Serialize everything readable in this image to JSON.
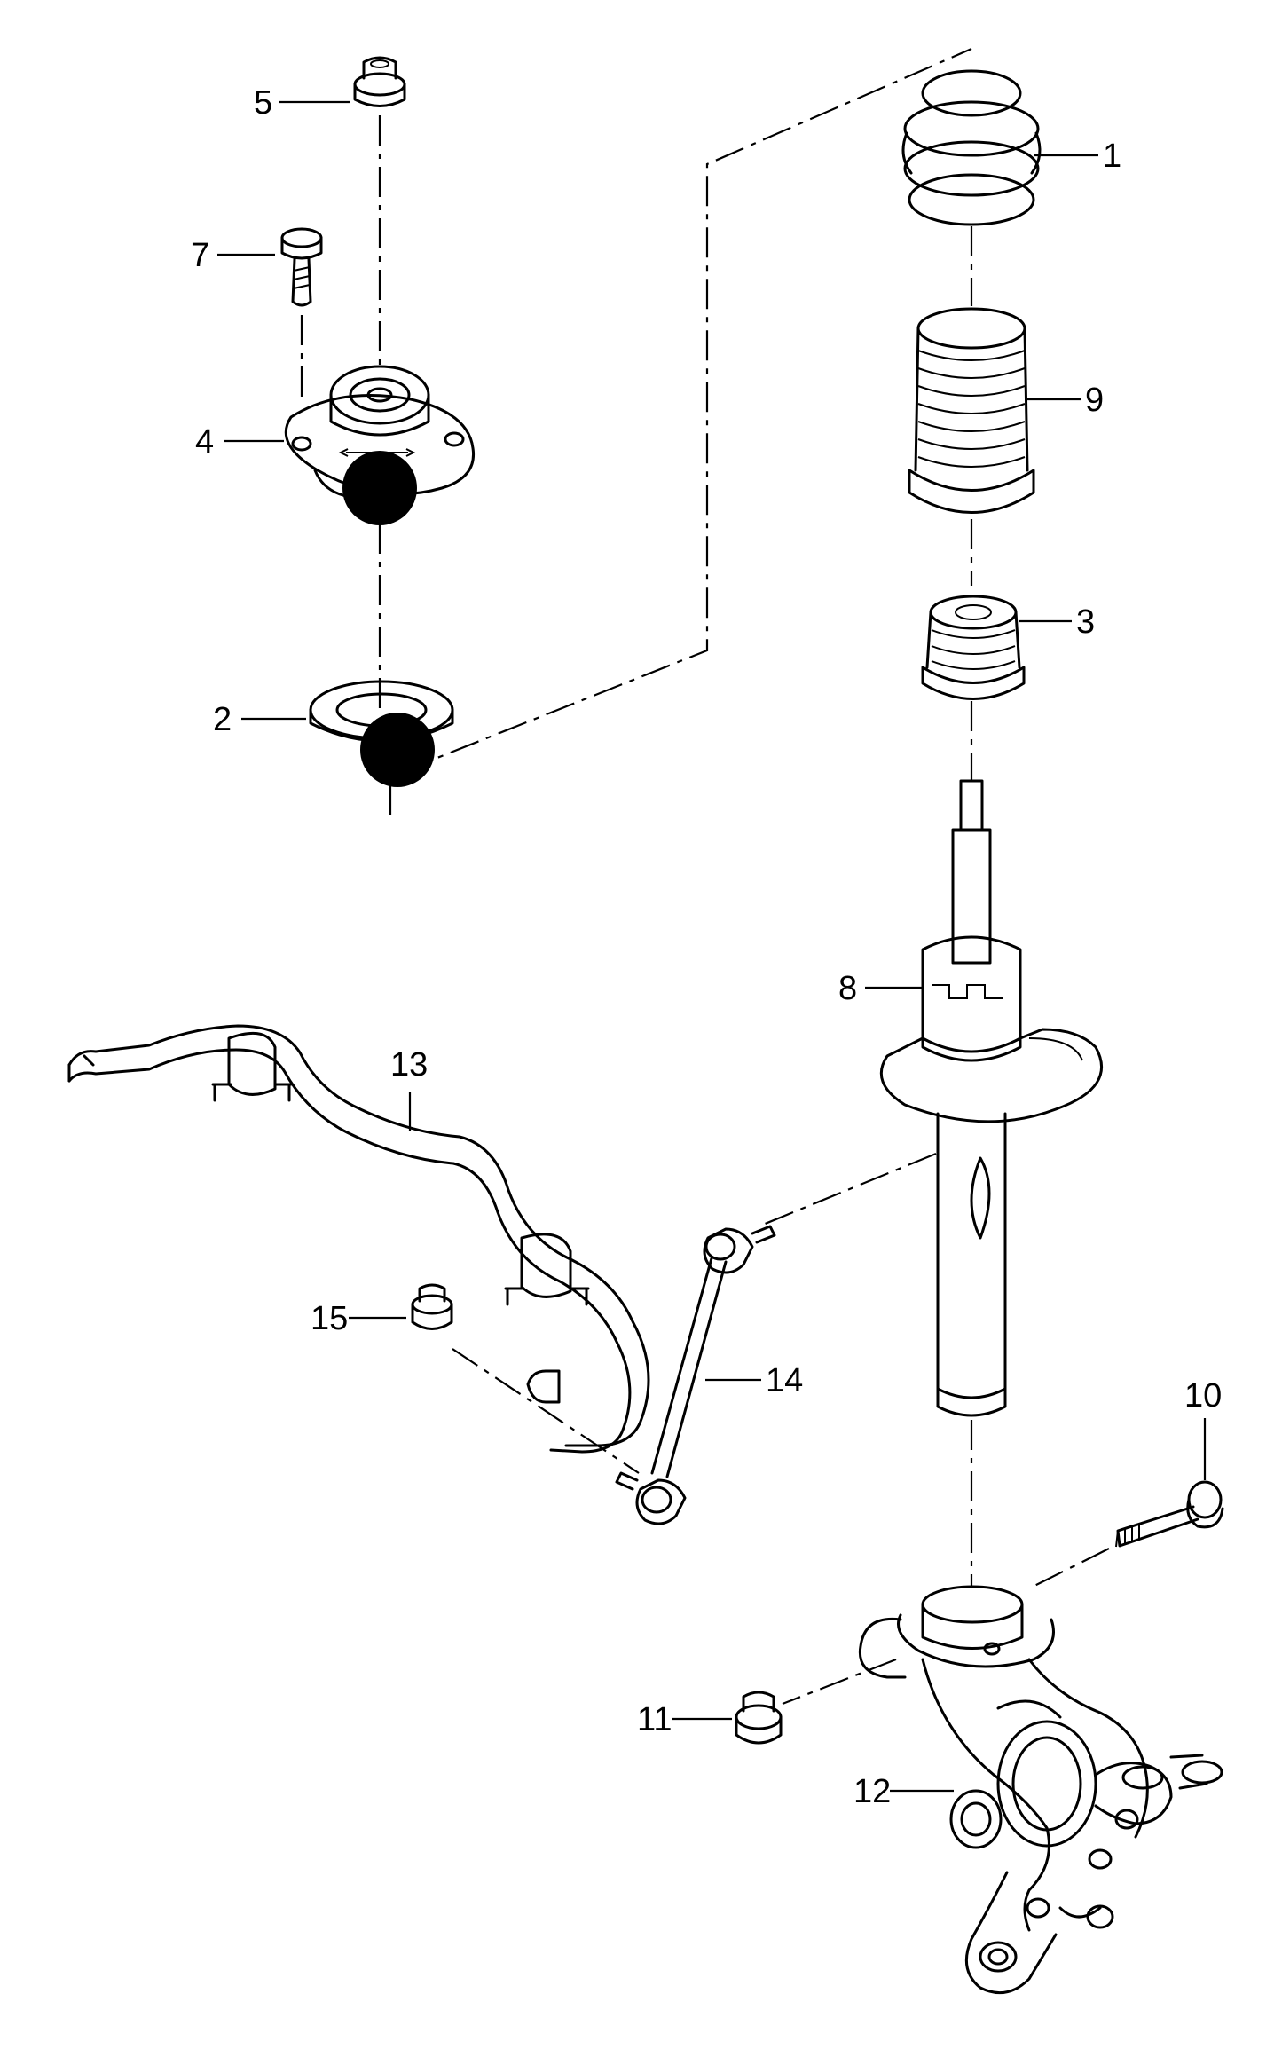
{
  "callouts": {
    "c1": "1",
    "c2": "2",
    "c3": "3",
    "c4": "4",
    "c5": "5",
    "c7": "7",
    "c8": "8",
    "c9": "9",
    "c10": "10",
    "c11": "11",
    "c12": "12",
    "c13": "13",
    "c14": "14",
    "c15": "15"
  },
  "colors": {
    "line": "#000000",
    "background": "#ffffff"
  }
}
